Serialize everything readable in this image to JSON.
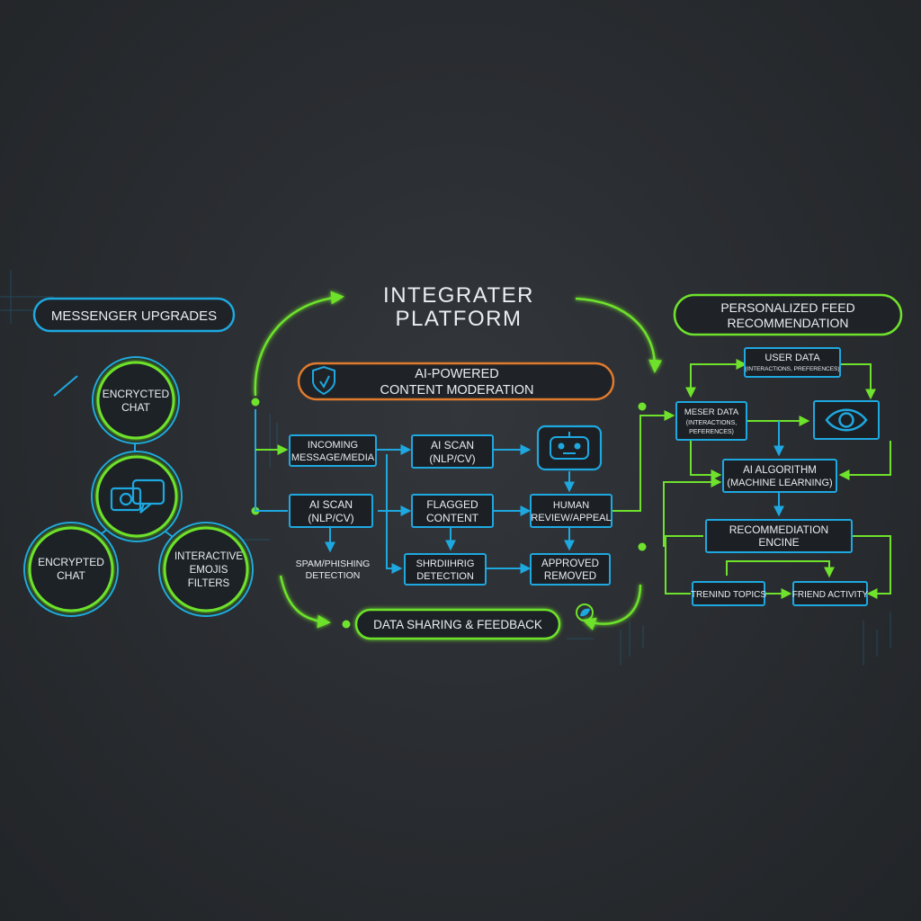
{
  "title": {
    "line1": "INTEGRATER",
    "line2": "PLATFORM"
  },
  "messenger": {
    "header": "MESSENGER UPGRADES",
    "top_circle": [
      "ENCRYCTED",
      "CHAT"
    ],
    "left_circle": [
      "ENCRYPTED",
      "CHAT"
    ],
    "right_circle": [
      "INTERACTIVE",
      "EMOJIS",
      "FILTERS"
    ],
    "center_icon": "camera-chat-icon"
  },
  "moderation": {
    "header": [
      "AI-POWERED",
      "CONTENT MODERATION"
    ],
    "header_icon": "shield-icon",
    "nodes": {
      "incoming": [
        "INCOMING",
        "MESSAGE/MEDIA"
      ],
      "scan_top": [
        "AI SCAN",
        "(NLP/CV)"
      ],
      "bot_icon": "robot-icon",
      "scan_left": [
        "AI SCAN",
        "(NLP/CV)"
      ],
      "flagged": [
        "FLAGGED",
        "CONTENT"
      ],
      "human": [
        "HUMAN",
        "REVIEW/APPEAL"
      ],
      "spam": [
        "SPAM/PHISHING",
        "DETECTION"
      ],
      "shredding": [
        "SHRDIIHRIG",
        "DETECTION"
      ],
      "approved": [
        "APPROVED",
        "REMOVED"
      ]
    }
  },
  "feedback": {
    "label": "DATA SHARING & FEEDBACK",
    "icon": "leaf-icon"
  },
  "feed": {
    "header": [
      "PERSONALIZED FEED",
      "RECOMMENDATION"
    ],
    "nodes": {
      "user_data": [
        "USER DATA",
        "(INTERACTIONS, PREFERENCES)"
      ],
      "meser_data": [
        "MESER DATA",
        "(INTERACTIONS,",
        "PEFERENCES)"
      ],
      "eye_icon": "eye-icon",
      "ai_algorithm": [
        "AI ALGORITHM",
        "(MACHINE LEARNING)"
      ],
      "engine": [
        "RECOMMEDIATION",
        "ENCINE"
      ],
      "trending": "TRENIND TOPICS",
      "friend": "FRIEND ACTIVITY"
    }
  },
  "colors": {
    "green": "#6ee22c",
    "blue": "#1ea8e0",
    "orange": "#e07a2c",
    "background": "#2a2d31"
  }
}
